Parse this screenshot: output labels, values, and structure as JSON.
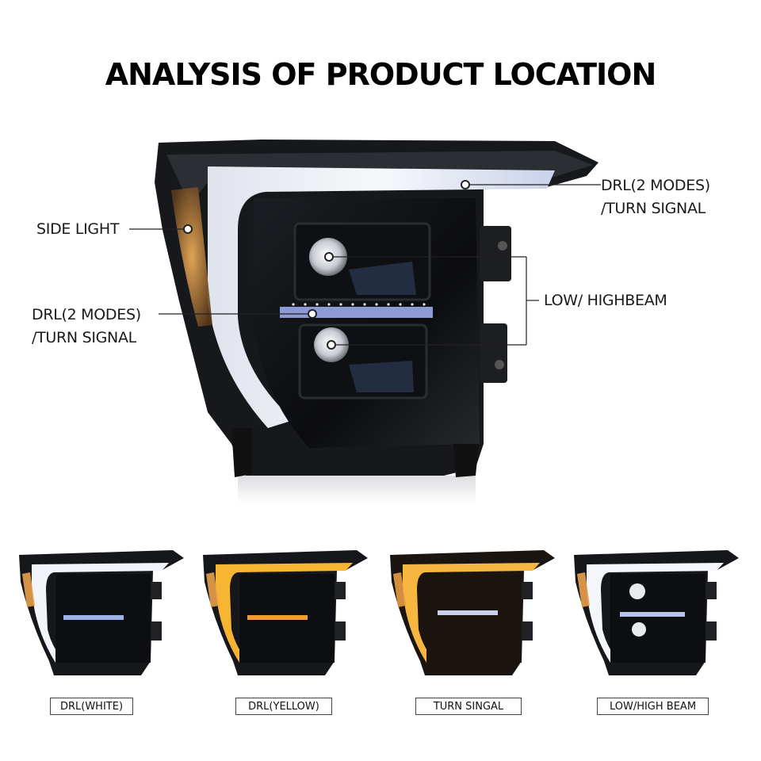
{
  "title": "ANALYSIS OF PRODUCT LOCATION",
  "callouts": {
    "side_light": "SIDE LIGHT",
    "drl_left_line1": "DRL(2 MODES)",
    "drl_left_line2": "/TURN SIGNAL",
    "drl_right_line1": "DRL(2 MODES)",
    "drl_right_line2": "/TURN SIGNAL",
    "low_high_beam": "LOW/ HIGHBEAM"
  },
  "variants": [
    {
      "label": "DRL(WHITE)",
      "drl_color": "#f4f6fb",
      "bar_color": "#9fb2e8",
      "side_color": "#e8a04a"
    },
    {
      "label": "DRL(YELLOW)",
      "drl_color": "#f7b432",
      "bar_color": "#f09b35",
      "side_color": "#e8a04a"
    },
    {
      "label": "TURN SINGAL",
      "drl_color": "#f6b640",
      "bar_color": "#c8d0ee",
      "side_color": "#e89a45"
    },
    {
      "label": "LOW/HIGH BEAM",
      "drl_color": "#f4f6fb",
      "bar_color": "#b6c2ea",
      "side_color": "#e8a04a"
    }
  ],
  "colors": {
    "housing": "#15171a",
    "lens": "#0c0d10",
    "drl_white": "#eef1f8",
    "amber": "#e8963c",
    "blue_bar": "#8f9fd6"
  }
}
